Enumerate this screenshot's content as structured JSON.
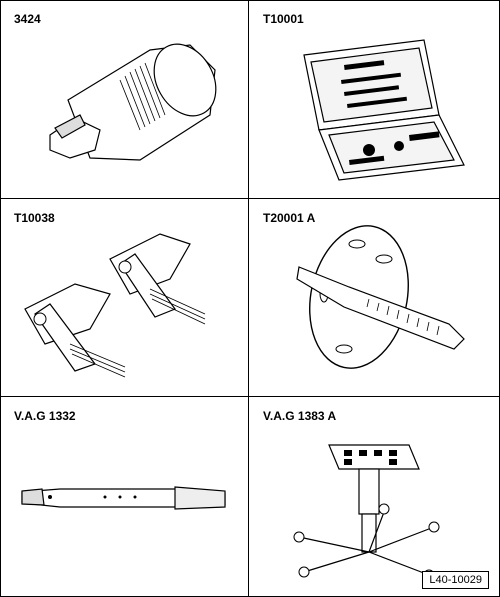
{
  "tools": [
    {
      "label": "3424",
      "icon": "socket-adapter-icon"
    },
    {
      "label": "T10001",
      "icon": "tool-case-icon"
    },
    {
      "label": "T10038",
      "icon": "ratchet-strap-icon"
    },
    {
      "label": "T20001 A",
      "icon": "puller-disc-icon"
    },
    {
      "label": "V.A.G 1332",
      "icon": "torque-wrench-icon"
    },
    {
      "label": "V.A.G 1383 A",
      "icon": "transmission-jack-icon"
    }
  ],
  "figure_code": "L40-10029"
}
